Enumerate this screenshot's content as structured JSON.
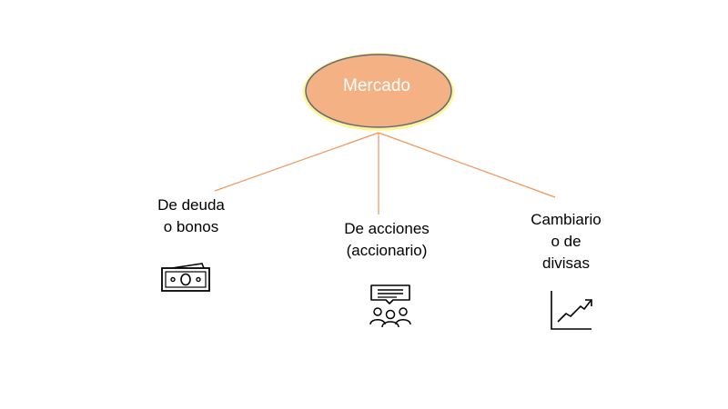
{
  "root": {
    "label": "Mercado",
    "fill_color": "#f4b183",
    "glow_color": "#fff59a",
    "border_color": "#5b6b82"
  },
  "connector_color": "#f0955a",
  "children": [
    {
      "label_line1": "De deuda",
      "label_line2": "o bonos",
      "icon": "banknote-icon"
    },
    {
      "label_line1": "De acciones",
      "label_line2": "(accionario)",
      "icon": "audience-chat-icon"
    },
    {
      "label_line1": "Cambiario",
      "label_line2": "o de",
      "label_line3": "divisas",
      "icon": "trend-chart-icon"
    }
  ]
}
